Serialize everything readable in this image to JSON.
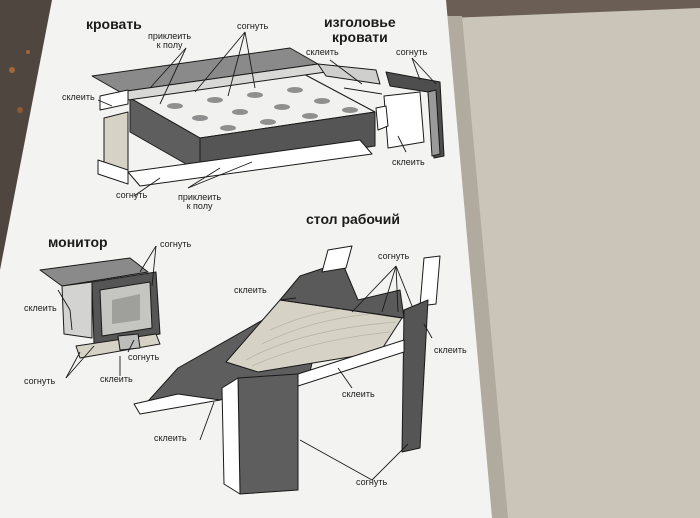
{
  "items": {
    "bed": {
      "title": "кровать",
      "fold": "согнуть",
      "glue_to_floor_top": "приклеить\nк полу",
      "glue_left": "склеить",
      "fold_bottom": "согнуть",
      "glue_to_floor_bottom": "приклеить\nк полу"
    },
    "headboard": {
      "title": "изголовье\nкровати",
      "glue_top": "склеить",
      "fold": "согнуть",
      "glue_bottom": "склеить"
    },
    "monitor": {
      "title": "монитор",
      "fold_top": "согнуть",
      "glue_left": "склеить",
      "fold_right": "согнуть",
      "fold_bottom": "согнуть",
      "glue_bottom": "склеить"
    },
    "desk": {
      "title": "стол рабочий",
      "fold_top": "согнуть",
      "glue_left": "склеить",
      "glue_right": "склеить",
      "glue_center": "склеить",
      "glue_bottom_left": "склеить",
      "fold_bottom": "согнуть"
    }
  },
  "colors": {
    "paper": "#f3f3f1",
    "right_page": "#cbc5b9",
    "background": "#6b5f55",
    "dark_panel": "#5e5e5e",
    "light_panel": "#dcdcda",
    "wood": "#d6d2c6",
    "line": "#1a1a1a"
  }
}
